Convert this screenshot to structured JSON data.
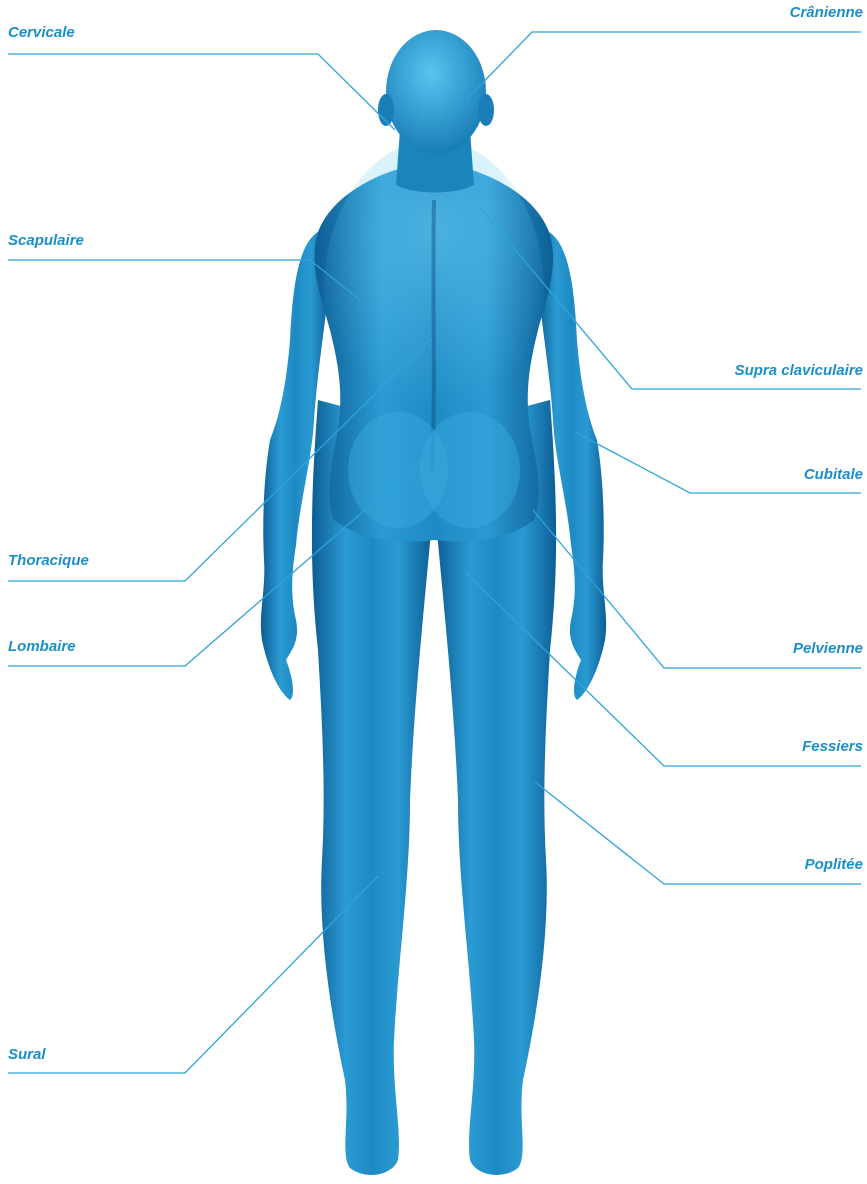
{
  "colors": {
    "label": "#1B8FC9",
    "leader_line": "#2FA3DA",
    "body_light": "#58C4F0",
    "body_mid": "#1E8AC4",
    "body_dark": "#0D5E94"
  },
  "illustration": {
    "icon": "human-body-back-view"
  },
  "labels": [
    {
      "id": "cervicale",
      "text": "Cervicale",
      "side": "left"
    },
    {
      "id": "cranienne",
      "text": "Crânienne",
      "side": "right"
    },
    {
      "id": "scapulaire",
      "text": "Scapulaire",
      "side": "left"
    },
    {
      "id": "supra-claviculaire",
      "text": "Supra claviculaire",
      "side": "right"
    },
    {
      "id": "cubitale",
      "text": "Cubitale",
      "side": "right"
    },
    {
      "id": "thoracique",
      "text": "Thoracique",
      "side": "left"
    },
    {
      "id": "pelvienne",
      "text": "Pelvienne",
      "side": "right"
    },
    {
      "id": "lombaire",
      "text": "Lombaire",
      "side": "left"
    },
    {
      "id": "fessiers",
      "text": "Fessiers",
      "side": "right"
    },
    {
      "id": "poplitee",
      "text": "Poplitée",
      "side": "right"
    },
    {
      "id": "sural",
      "text": "Sural",
      "side": "left"
    }
  ]
}
